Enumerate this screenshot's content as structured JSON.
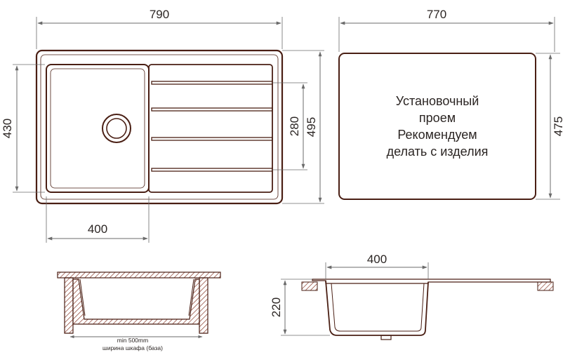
{
  "colors": {
    "outline": "#4a1f14",
    "dimension": "#6b6b6b",
    "text": "#2b2523",
    "hatch": "#8a3b2a"
  },
  "top_view": {
    "width_label": "790",
    "height_label": "430",
    "drainboard_span_label": "280",
    "overall_height_label": "495",
    "bowl_width_label": "400"
  },
  "cutout": {
    "width_label": "770",
    "height_label": "475",
    "note_lines": [
      "Установочный",
      "проем",
      "Рекомендуем",
      "делать с изделия"
    ]
  },
  "side_view": {
    "min_width_label": "min 500mm",
    "cabinet_label": "ширина шкафа (база)"
  },
  "section_view": {
    "bowl_width_label": "400",
    "depth_label": "220"
  }
}
